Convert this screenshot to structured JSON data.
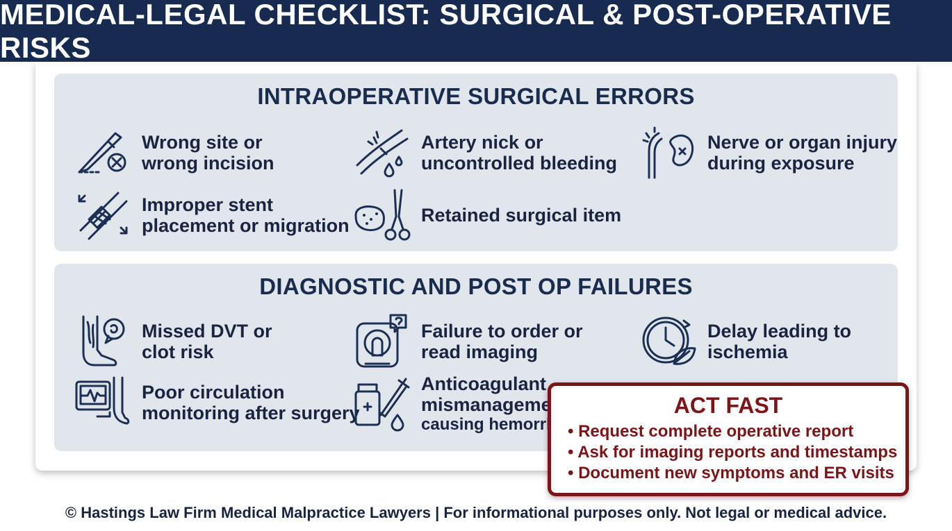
{
  "header": {
    "title": "MEDICAL-LEGAL CHECKLIST: SURGICAL & POST-OPERATIVE RISKS"
  },
  "intraoperative": {
    "title": "INTRAOPERATIVE SURGICAL ERRORS",
    "items": [
      {
        "label": "Wrong site or\nwrong incision",
        "icon": "scalpel-x-icon"
      },
      {
        "label": "Artery nick or\nuncontrolled bleeding",
        "icon": "artery-bleeding-icon"
      },
      {
        "label": "Nerve or organ injury\nduring exposure",
        "icon": "nerve-kidney-icon"
      },
      {
        "label": "Improper stent\nplacement or migration",
        "icon": "stent-icon"
      },
      {
        "label": "Retained surgical item",
        "icon": "sponge-clamp-icon"
      }
    ]
  },
  "postop": {
    "title": "DIAGNOSTIC AND POST OP FAILURES",
    "items": [
      {
        "label": "Missed DVT or\nclot risk",
        "icon": "leg-clot-icon"
      },
      {
        "label": "Failure to order or\nread imaging",
        "icon": "mri-scanner-icon"
      },
      {
        "label": "Delay leading to\nischemia",
        "icon": "clock-leaf-icon"
      },
      {
        "label": "Poor circulation\nmonitoring after surgery",
        "icon": "monitor-foot-icon"
      },
      {
        "label": "Anticoagulant\nmismanagement",
        "sub": "causing hemorrhage",
        "icon": "pill-syringe-icon"
      }
    ]
  },
  "callout": {
    "title": "ACT FAST",
    "items": [
      "Request complete operative report",
      "Ask for imaging reports and timestamps",
      "Document new symptoms and ER visits"
    ]
  },
  "footer": {
    "text": "© Hastings Law Firm Medical Malpractice Lawyers | For informational purposes only. Not legal or medical advice."
  },
  "colors": {
    "header_bg": "#172b50",
    "panel_bg": "#e1e5ec",
    "callout_accent": "#7c1518"
  }
}
